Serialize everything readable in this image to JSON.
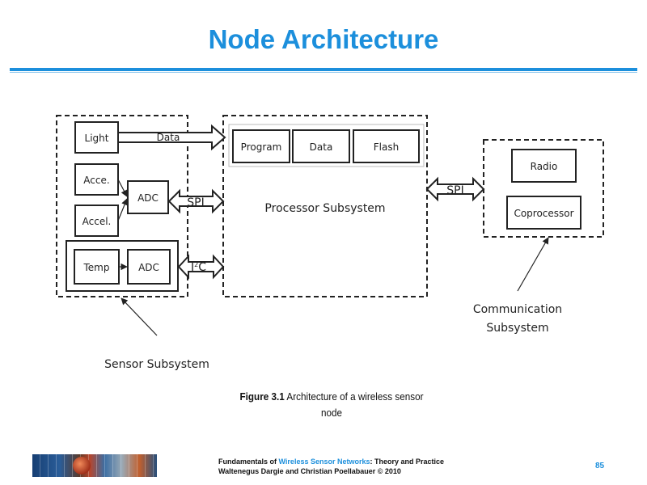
{
  "slide": {
    "title": "Node Architecture",
    "page_number": "85",
    "colors": {
      "accent": "#1c8fdc",
      "line": "#222222"
    }
  },
  "diagram": {
    "sensor": {
      "light": "Light",
      "acce1": "Acce.",
      "acce2": "Accel.",
      "adc1": "ADC",
      "temp": "Temp",
      "adc2": "ADC",
      "label": "Sensor Subsystem"
    },
    "links": {
      "data": "Data",
      "spi1": "SPI",
      "i2c_main": "I",
      "i2c_sup": "2",
      "i2c_end": "C",
      "spi2": "SPI"
    },
    "processor": {
      "program": "Program",
      "data": "Data",
      "flash": "Flash",
      "label": "Processor Subsystem"
    },
    "communication": {
      "radio": "Radio",
      "coprocessor": "Coprocessor",
      "label_line1": "Communication",
      "label_line2": "Subsystem"
    }
  },
  "caption": {
    "figure": "Figure 3.1",
    "text_line1": "Architecture of a wireless sensor",
    "text_line2": "node"
  },
  "footer": {
    "line1_pre": "Fundamentals of ",
    "line1_hl": "Wireless Sensor Networks",
    "line1_post": ": Theory and Practice",
    "line2": "Waltenegus Dargie and Christian Poellabauer © 2010"
  }
}
